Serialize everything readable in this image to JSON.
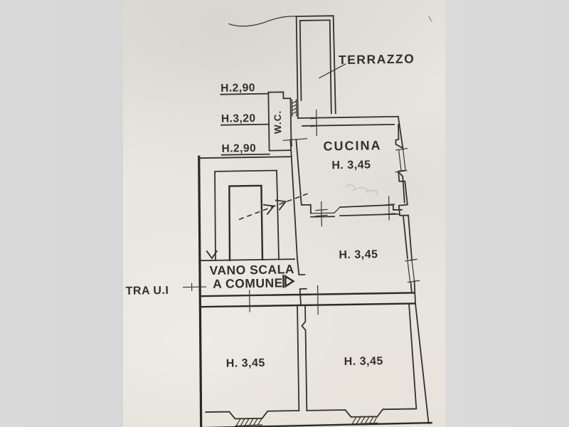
{
  "photo": {
    "letterbox_color": "#d9d9da",
    "paper_color": "#e9e6df",
    "ink_color": "#34302a",
    "content": "floor-plan-photo"
  },
  "floor_plan": {
    "rooms": [
      {
        "name": "terrazzo",
        "label": "TERRAZZO"
      },
      {
        "name": "wc",
        "label": "W.C."
      },
      {
        "name": "cucina",
        "label": "CUCINA",
        "height": "H. 3,45"
      },
      {
        "name": "stanza-centrale",
        "height": "H. 3,45"
      },
      {
        "name": "vano-scala",
        "label_line1": "VANO SCALA",
        "label_line2": "A COMUNE"
      },
      {
        "name": "stanza-sud-ovest",
        "height": "H. 3,45"
      },
      {
        "name": "stanza-sud-est",
        "height": "H. 3,45"
      }
    ],
    "ceiling_heights": [
      {
        "name": "dim-top",
        "text": "H.2,90"
      },
      {
        "name": "dim-middle",
        "text": "H.3,20"
      },
      {
        "name": "dim-bottom",
        "text": "H.2,90"
      }
    ],
    "annotations": [
      {
        "name": "tra-ui",
        "text": "TRA U.I"
      }
    ]
  }
}
